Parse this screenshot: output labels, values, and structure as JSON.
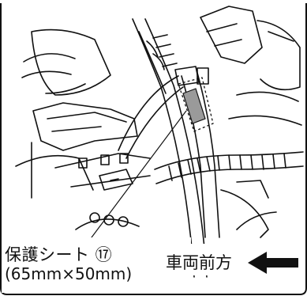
{
  "annotations": {
    "part_label_line1": "保護シート ⑰",
    "part_label_line2": "(65mm×50mm)",
    "direction_label": "車両前方"
  },
  "icons": {
    "direction": "left-arrow-icon"
  },
  "colors": {
    "line": "#111111",
    "protective_sheet": "#9a9a9a",
    "background": "#ffffff"
  }
}
